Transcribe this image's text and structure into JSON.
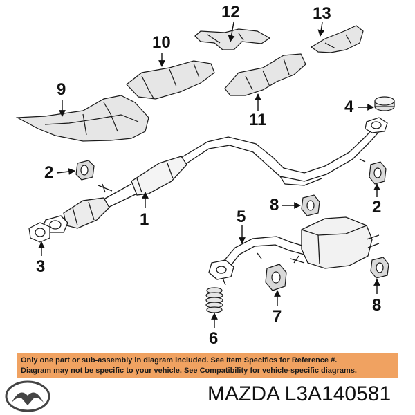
{
  "callouts": {
    "c1": "1",
    "c2a": "2",
    "c2b": "2",
    "c3": "3",
    "c4": "4",
    "c5": "5",
    "c6": "6",
    "c7": "7",
    "c8a": "8",
    "c8b": "8",
    "c9": "9",
    "c10": "10",
    "c11": "11",
    "c12": "12",
    "c13": "13"
  },
  "notice": {
    "line1": "Only one part or sub-assembly in diagram included. See Item Specifics for Reference #.",
    "line2": "Diagram may not be specific to your vehicle. See Compatibility for vehicle-specific diagrams."
  },
  "footer": {
    "part_label": "MAZDA L3A140581"
  },
  "colors": {
    "notice_bg": "#f0a261",
    "line": "#1a1a1a",
    "shade": "#d9d9d9"
  },
  "icons": {
    "brand": "mazda-logo-icon"
  }
}
